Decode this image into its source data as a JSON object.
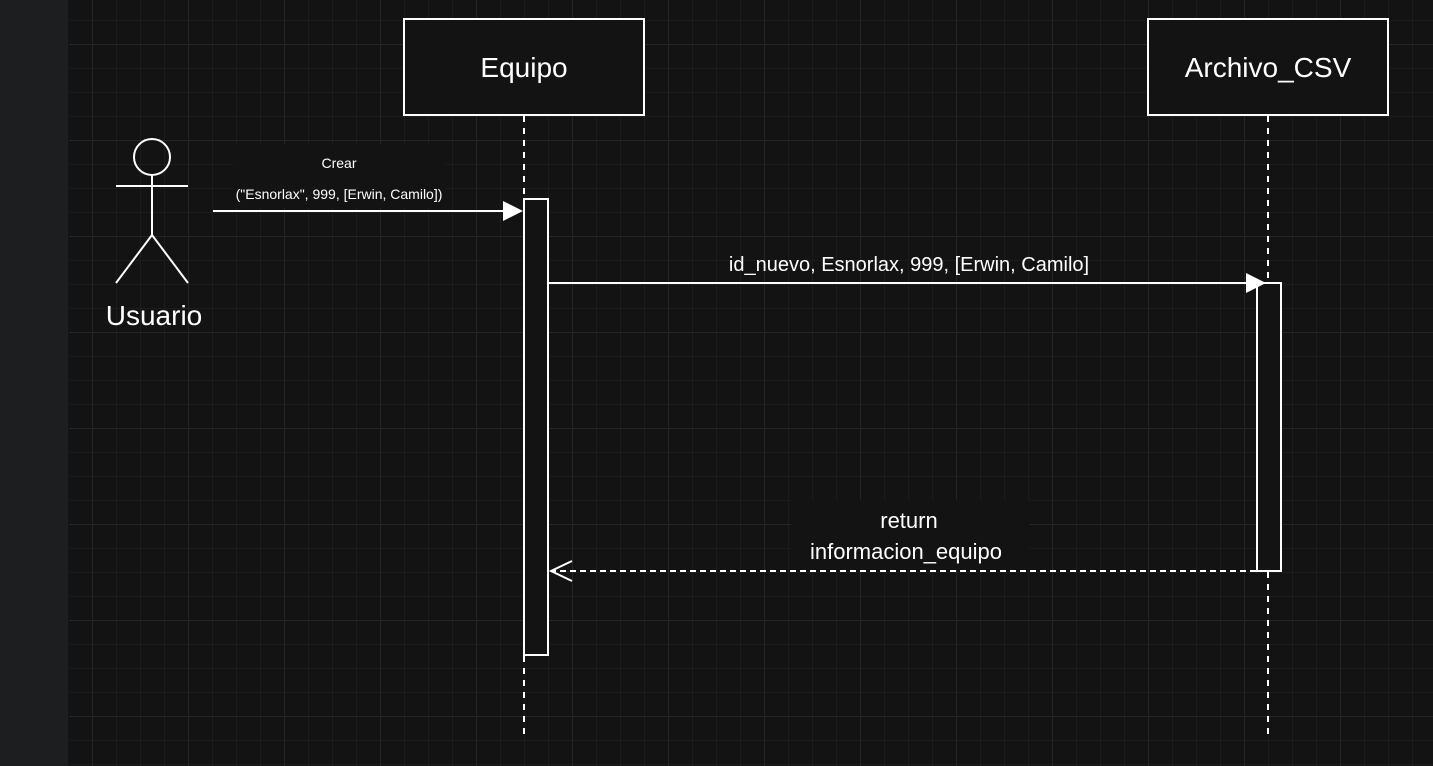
{
  "participants": {
    "actor": {
      "name": "Usuario",
      "icon": "stick-figure-icon"
    },
    "equipo": {
      "name": "Equipo"
    },
    "archivo": {
      "name": "Archivo_CSV"
    }
  },
  "messages": {
    "crear": {
      "line1": "Crear",
      "line2": "(\"Esnorlax\", 999, [Erwin, Camilo])"
    },
    "guardar": {
      "text": "id_nuevo, Esnorlax, 999, [Erwin, Camilo]"
    },
    "retorno": {
      "line1": "return",
      "line2": "informacion_equipo"
    }
  },
  "colors": {
    "canvas": "#131313",
    "stroke": "#ffffff",
    "panel": "#1d1e20"
  }
}
